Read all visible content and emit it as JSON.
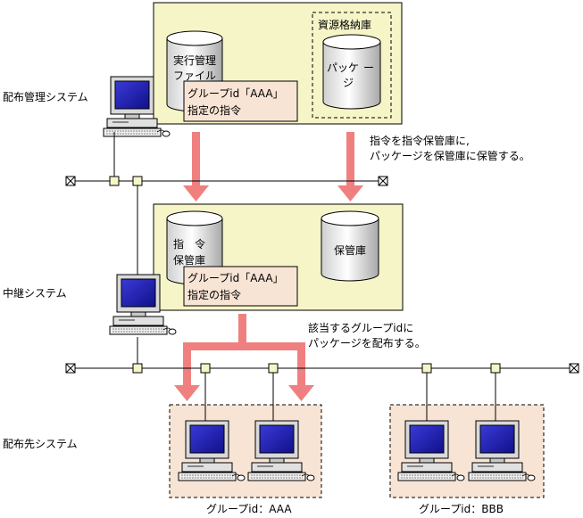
{
  "systems": {
    "distribution_manager": "配布管理システム",
    "relay": "中継システム",
    "destination": "配布先システム"
  },
  "manager_box": {
    "execution_file_line1": "実行管理",
    "execution_file_line2": "ファイル",
    "resource_repository": "資源格納庫",
    "package_line1": "パッケ",
    "package_line2": "ー",
    "package_line3": "ジ",
    "instruction_line1": "グループid「AAA」",
    "instruction_line2": "指定の指令"
  },
  "relay_box": {
    "instruction_store_line1": "指　令",
    "instruction_store_line2": "保管庫",
    "storage": "保管庫",
    "instruction_line1": "グループid「AAA」",
    "instruction_line2": "指定の指令"
  },
  "notes": {
    "store_line1": "指令を指令保管庫に,",
    "store_line2": "パッケージを保管庫に保管する。",
    "distribute_line1": "該当するグループidに",
    "distribute_line2": "パッケージを配布する。"
  },
  "groups": {
    "aaa_label": "グループid：AAA",
    "bbb_label": "グループid：BBB"
  },
  "colors": {
    "yellow_box": "#f5f5c8",
    "peach_box": "#f8e4d4",
    "arrow": "#f08080",
    "connector": "#f5f5c8",
    "monitor_screen": "#1a1aa0"
  }
}
